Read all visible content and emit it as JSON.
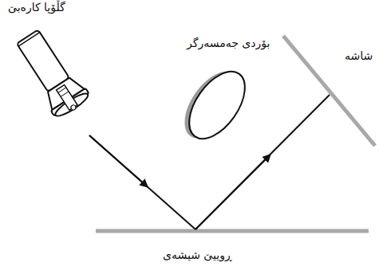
{
  "diagram": {
    "labels": [
      "گڵۆپا کارەبێ",
      "بۆردی جەمسەرگر",
      "شاشە",
      "ڕوییێ شیشەی"
    ]
  }
}
